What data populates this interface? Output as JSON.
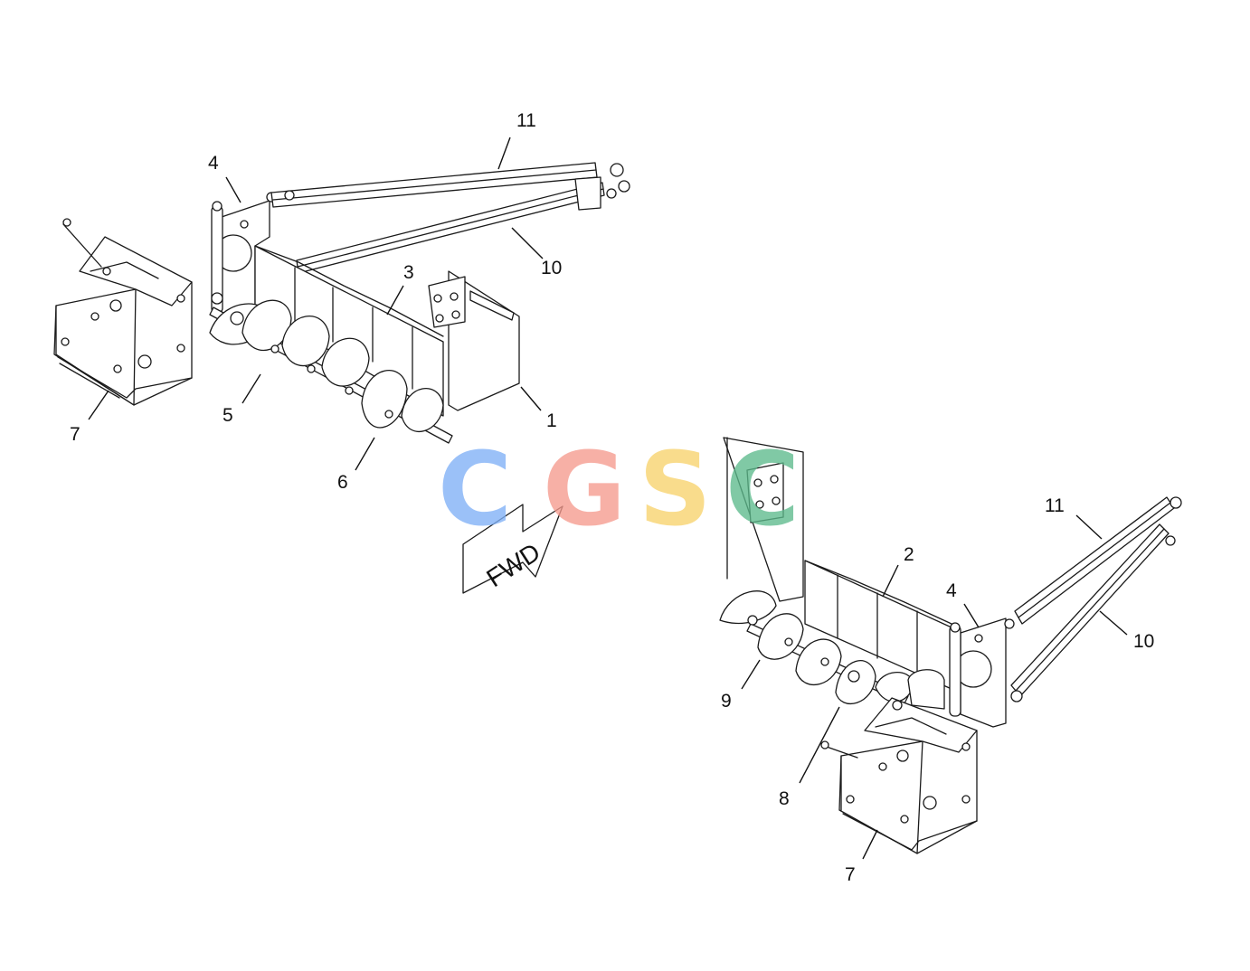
{
  "watermark": {
    "letters": [
      {
        "char": "C",
        "color": "#7fb0f7"
      },
      {
        "char": "G",
        "color": "#f59a8e"
      },
      {
        "char": "S",
        "color": "#f8d36c"
      },
      {
        "char": "C",
        "color": "#5dba8c"
      }
    ]
  },
  "direction_arrow": {
    "label": "FWD"
  },
  "callouts": {
    "left_11": "11",
    "left_4": "4",
    "left_10": "10",
    "left_3": "3",
    "left_1": "1",
    "left_5": "5",
    "left_7": "7",
    "left_6": "6",
    "right_11": "11",
    "right_2": "2",
    "right_4": "4",
    "right_10": "10",
    "right_9": "9",
    "right_8": "8",
    "right_7": "7"
  }
}
